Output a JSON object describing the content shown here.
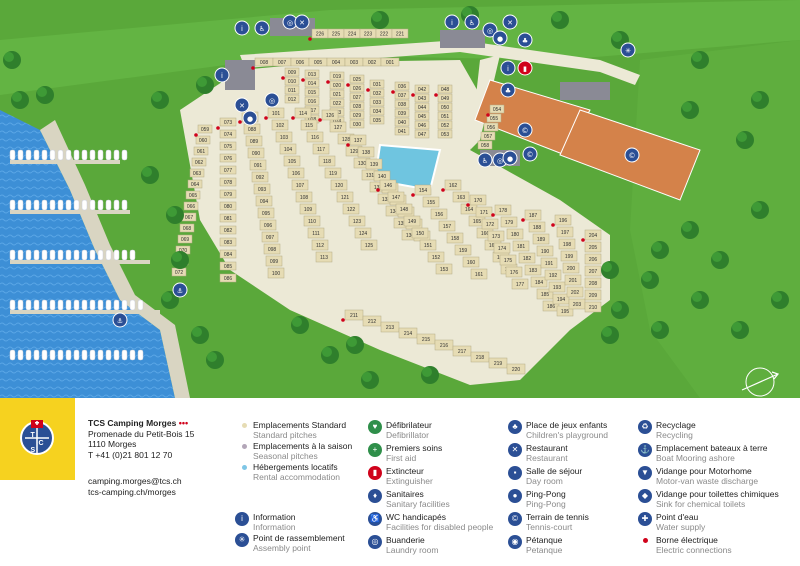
{
  "map": {
    "pitch_numbers": [
      "226",
      "225",
      "224",
      "223",
      "222",
      "221",
      "008",
      "007",
      "006",
      "005",
      "004",
      "003",
      "002",
      "001",
      "009",
      "010",
      "011",
      "012",
      "013",
      "014",
      "015",
      "016",
      "017",
      "018",
      "019",
      "020",
      "021",
      "022",
      "023",
      "024",
      "025",
      "026",
      "027",
      "028",
      "029",
      "030",
      "031",
      "032",
      "033",
      "034",
      "035",
      "036",
      "037",
      "038",
      "039",
      "040",
      "041",
      "042",
      "043",
      "044",
      "045",
      "046",
      "047",
      "048",
      "049",
      "050",
      "051",
      "052",
      "053",
      "054",
      "055",
      "056",
      "057",
      "058",
      "059",
      "060",
      "061",
      "062",
      "063",
      "064",
      "065",
      "066",
      "067",
      "068",
      "069",
      "070",
      "071",
      "072",
      "073",
      "074",
      "075",
      "076",
      "077",
      "078",
      "079",
      "080",
      "081",
      "082",
      "083",
      "084",
      "085",
      "086",
      "087",
      "088",
      "089",
      "090",
      "091",
      "092",
      "093",
      "094",
      "095",
      "096",
      "097",
      "098",
      "099",
      "100",
      "101",
      "102",
      "103",
      "104",
      "105",
      "106",
      "107",
      "108",
      "109",
      "110",
      "111",
      "112",
      "113",
      "114",
      "115",
      "116",
      "117",
      "118",
      "119",
      "120",
      "121",
      "122",
      "123",
      "124",
      "125",
      "126",
      "127",
      "128",
      "129",
      "130",
      "131",
      "132",
      "133",
      "134",
      "135",
      "136",
      "137",
      "138",
      "139",
      "140",
      "141",
      "142",
      "143",
      "144",
      "145",
      "146",
      "147",
      "148",
      "149",
      "150",
      "151",
      "152",
      "153",
      "154",
      "155",
      "156",
      "157",
      "158",
      "159",
      "160",
      "161",
      "162",
      "163",
      "164",
      "165",
      "166",
      "167",
      "168",
      "169",
      "170",
      "171",
      "172",
      "173",
      "174",
      "175",
      "176",
      "177",
      "178",
      "179",
      "180",
      "181",
      "182",
      "183",
      "184",
      "185",
      "186",
      "187",
      "188",
      "189",
      "190",
      "191",
      "192",
      "193",
      "194",
      "195",
      "196",
      "197",
      "198",
      "199",
      "200",
      "201",
      "202",
      "203",
      "204",
      "205",
      "206",
      "207",
      "208",
      "209",
      "210",
      "211",
      "212",
      "213",
      "214",
      "215",
      "216",
      "217",
      "218",
      "219",
      "220"
    ],
    "colors": {
      "grass": "#5aa83a",
      "grass_dark": "#3f8a2b",
      "water": "#3d8fd6",
      "path": "#ece9d6",
      "pitch": "#e6dcb4",
      "pitch_line": "#b4ab86",
      "court": "#d4824a",
      "roof": "#8a8a95",
      "tree": "#2f7f2c"
    },
    "icons": [
      {
        "name": "information-icon",
        "glyph": "i"
      },
      {
        "name": "wc-disabled-icon",
        "glyph": "♿"
      },
      {
        "name": "laundry-icon",
        "glyph": "◎"
      },
      {
        "name": "restaurant-icon",
        "glyph": "✕"
      },
      {
        "name": "ping-pong-icon",
        "glyph": "●"
      },
      {
        "name": "playground-icon",
        "glyph": "♣"
      },
      {
        "name": "boat-icon",
        "glyph": "⚓"
      },
      {
        "name": "assembly-point-icon",
        "glyph": "✳"
      },
      {
        "name": "tennis-icon",
        "glyph": "©"
      },
      {
        "name": "extinguisher-icon",
        "glyph": "▮"
      }
    ]
  },
  "brand": {
    "name": "TCS Camping Morges",
    "stars": "•••",
    "address1": "Promenade du Petit-Bois 15",
    "address2": "1110 Morges",
    "phone": "T +41 (0)21 801 12 70",
    "email": "camping.morges@tcs.ch",
    "web": "tcs-camping.ch/morges",
    "logo_letters": [
      "T",
      "C",
      "S"
    ],
    "colors": {
      "yellow": "#f6d21f",
      "blue": "#2b4f95"
    }
  },
  "legend": {
    "pitches": [
      {
        "fr": "Emplacements Standard",
        "en": "Standard pitches",
        "color": "#e6dcb4"
      },
      {
        "fr": "Emplacements à la saison",
        "en": "Seasonal pitches",
        "color": "#b3a6b8"
      },
      {
        "fr": "Hébergements locatifs",
        "en": "Rental accommodation",
        "color": "#7fc6e6"
      }
    ],
    "col1": [
      {
        "fr": "Information",
        "en": "Information",
        "icon": "information-icon",
        "glyph": "i"
      },
      {
        "fr": "Point de rassemblement",
        "en": "Assembly point",
        "icon": "assembly-point-icon",
        "glyph": "✳"
      }
    ],
    "col2": [
      {
        "fr": "Défibrilateur",
        "en": "Defibrillator",
        "icon": "defibrillator-icon",
        "glyph": "♥",
        "color": "green"
      },
      {
        "fr": "Premiers soins",
        "en": "First aid",
        "icon": "first-aid-icon",
        "glyph": "+",
        "color": "green"
      },
      {
        "fr": "Extincteur",
        "en": "Extinguisher",
        "icon": "extinguisher-icon",
        "glyph": "▮",
        "color": "red"
      },
      {
        "fr": "Sanitaires",
        "en": "Sanitary facilities",
        "icon": "sanitary-icon",
        "glyph": "♦"
      },
      {
        "fr": "WC handicapés",
        "en": "Facilities for disabled people",
        "icon": "wc-disabled-icon",
        "glyph": "♿"
      },
      {
        "fr": "Buanderie",
        "en": "Laundry room",
        "icon": "laundry-icon",
        "glyph": "◎"
      }
    ],
    "col3": [
      {
        "fr": "Place de jeux enfants",
        "en": "Children's playground",
        "icon": "playground-icon",
        "glyph": "♣"
      },
      {
        "fr": "Restaurant",
        "en": "Restaurant",
        "icon": "restaurant-icon",
        "glyph": "✕"
      },
      {
        "fr": "Salle de séjour",
        "en": "Day room",
        "icon": "day-room-icon",
        "glyph": "▪"
      },
      {
        "fr": "Ping-Pong",
        "en": "Ping-Pong",
        "icon": "ping-pong-icon",
        "glyph": "●"
      },
      {
        "fr": "Terrain de tennis",
        "en": "Tennis-court",
        "icon": "tennis-icon",
        "glyph": "©"
      },
      {
        "fr": "Pétanque",
        "en": "Petanque",
        "icon": "petanque-icon",
        "glyph": "◉"
      }
    ],
    "col4": [
      {
        "fr": "Recyclage",
        "en": "Recycling",
        "icon": "recycling-icon",
        "glyph": "♻"
      },
      {
        "fr": "Emplacement bateaux à terre",
        "en": "Boat Mooring ashore",
        "icon": "boat-icon",
        "glyph": "⚓"
      },
      {
        "fr": "Vidange pour Motorhome",
        "en": "Motor-van waste discharge",
        "icon": "motorhome-waste-icon",
        "glyph": "▼"
      },
      {
        "fr": "Vidange pour toilettes chimiques",
        "en": "Sink for chemical toilets",
        "icon": "chemical-toilet-icon",
        "glyph": "◆"
      },
      {
        "fr": "Point d'eau",
        "en": "Water supply",
        "icon": "water-supply-icon",
        "glyph": "✚"
      },
      {
        "fr": "Borne électrique",
        "en": "Electric connections",
        "icon": "electric-connection-icon",
        "glyph": ""
      }
    ]
  }
}
